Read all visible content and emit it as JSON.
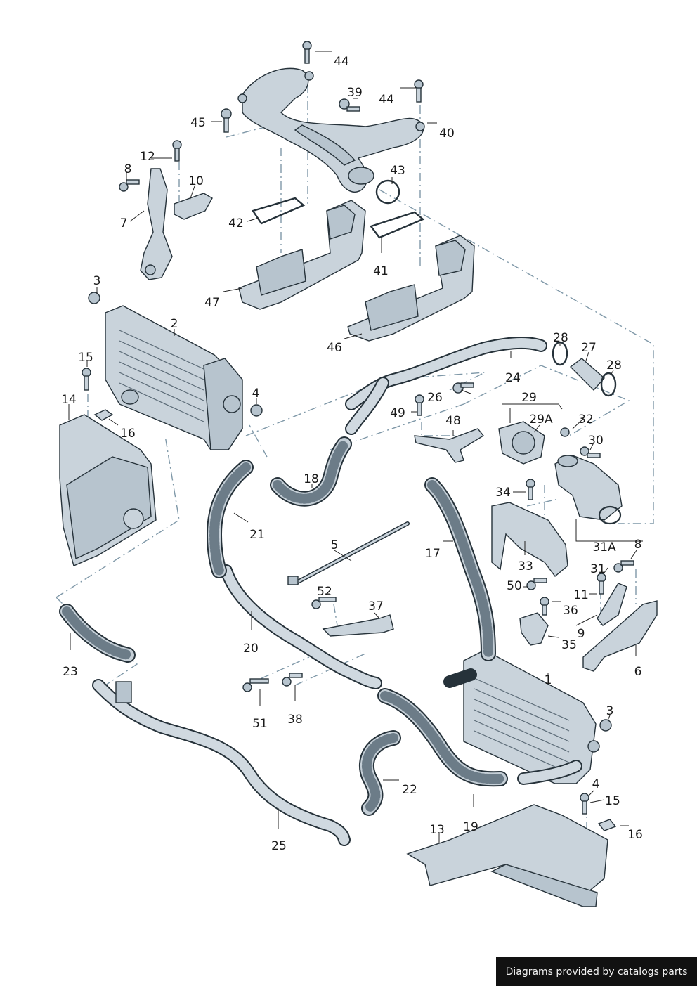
{
  "labels": [
    "44",
    "39",
    "44",
    "40",
    "45",
    "43",
    "12",
    "8",
    "10",
    "7",
    "42",
    "41",
    "47",
    "46",
    "3",
    "2",
    "28",
    "27",
    "28",
    "24",
    "15",
    "26",
    "29",
    "4",
    "49",
    "29A",
    "32",
    "14",
    "16",
    "48",
    "30",
    "18",
    "21",
    "34",
    "5",
    "17",
    "33",
    "31A",
    "8",
    "31",
    "50",
    "11",
    "52",
    "36",
    "37",
    "9",
    "20",
    "35",
    "6",
    "23",
    "1",
    "3",
    "51",
    "38",
    "22",
    "4",
    "15",
    "19",
    "13",
    "16",
    "25"
  ],
  "credit": "Diagrams provided by catalogs parts",
  "colors": {
    "part_fill": "#c9d3db",
    "outline": "#26323a",
    "dash_line": "#7f98a8"
  }
}
